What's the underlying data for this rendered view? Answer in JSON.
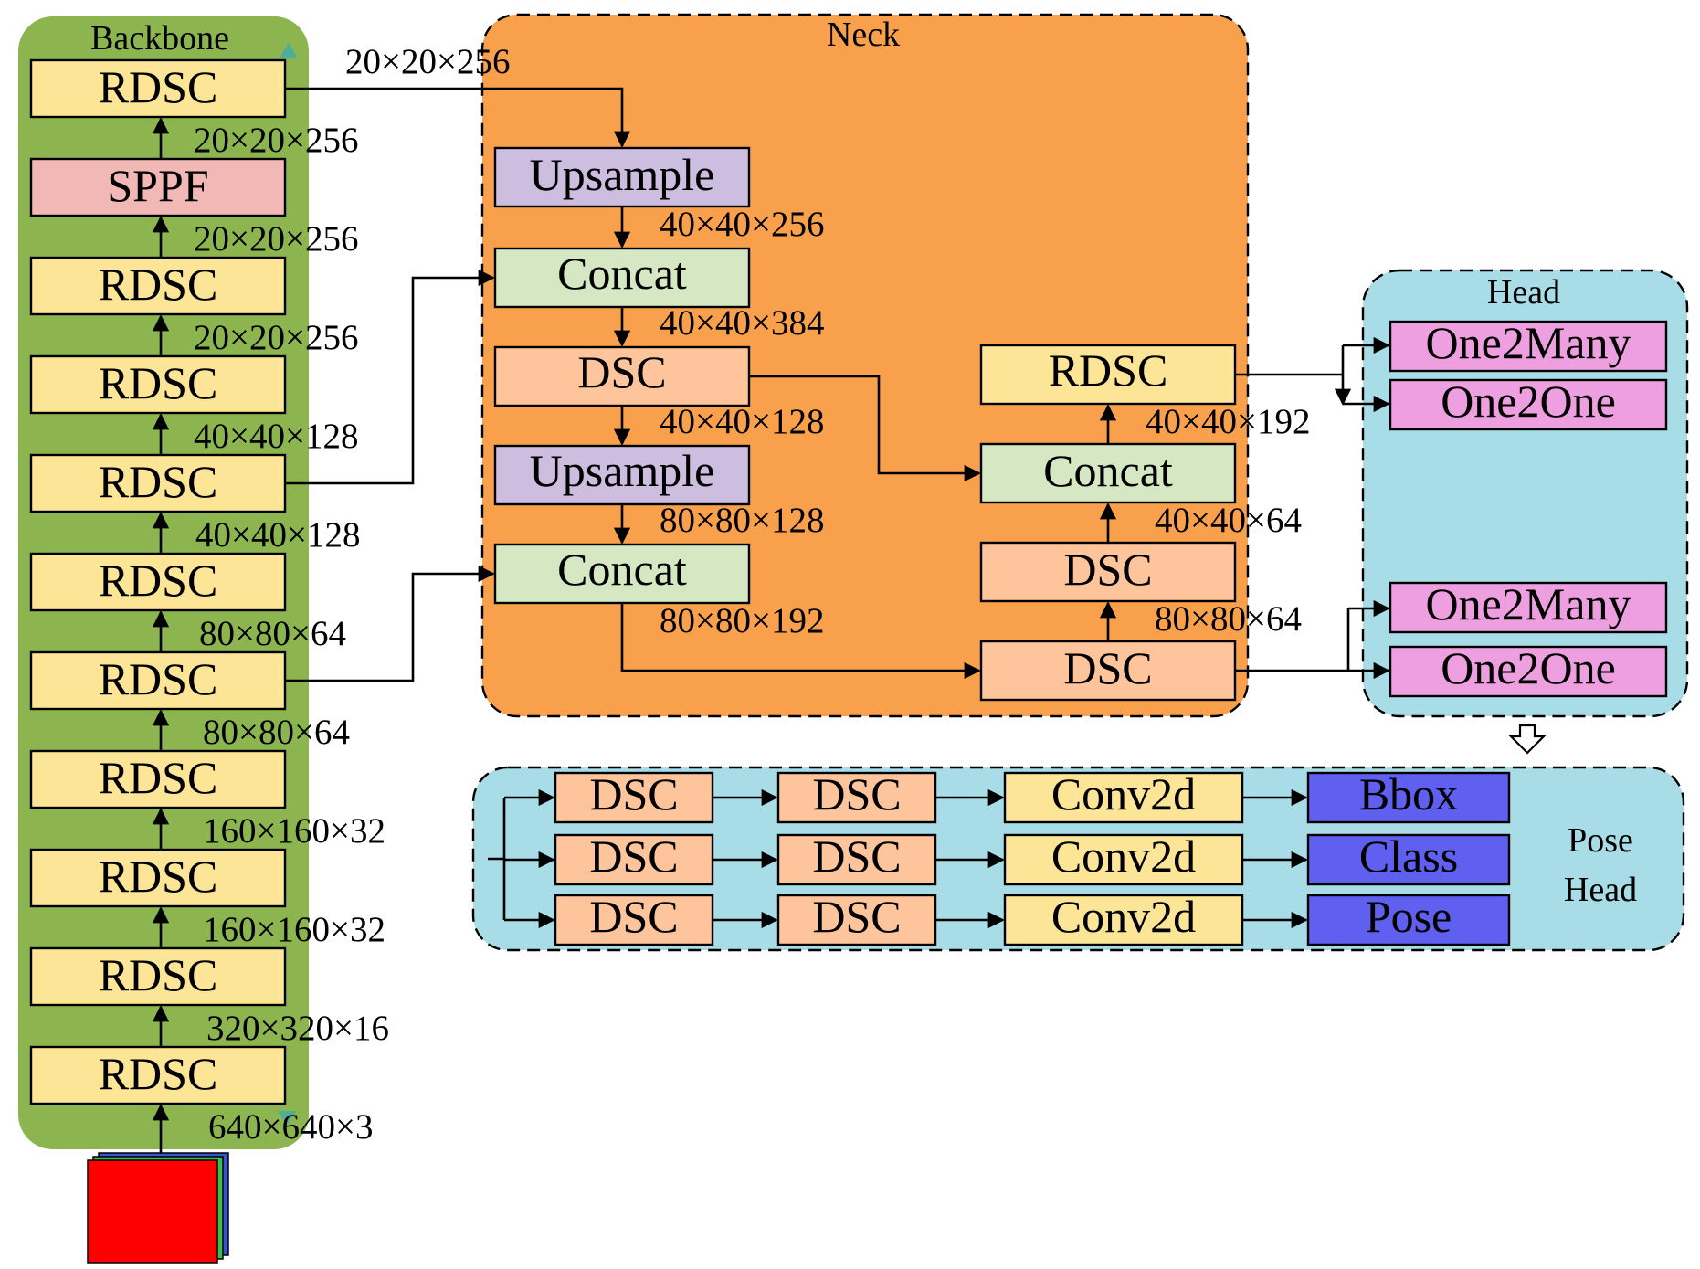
{
  "colors": {
    "backbone_bg": "#8db54f",
    "neck_bg": "#f9a04d",
    "head_bg": "#a8dce6",
    "rdsc": "#fde598",
    "sppf": "#f2b8b6",
    "upsample": "#cdbedf",
    "concat": "#d5e7c3",
    "dsc": "#fec49c",
    "conv2d": "#fde598",
    "one2x": "#ee9fe0",
    "output": "#6060f0",
    "input_front": "#ff0000",
    "input_mid": "#3cbf46",
    "input_back": "#3a55d2"
  },
  "backbone": {
    "title": "Backbone",
    "blocks": [
      "RDSC",
      "SPPF",
      "RDSC",
      "RDSC",
      "RDSC",
      "RDSC",
      "RDSC",
      "RDSC",
      "RDSC",
      "RDSC",
      "RDSC"
    ],
    "dims": [
      "20×20×256",
      "20×20×256",
      "20×20×256",
      "20×20×256",
      "40×40×128",
      "40×40×128",
      "80×80×64",
      "80×80×64",
      "160×160×32",
      "160×160×32",
      "320×320×16",
      "640×640×3"
    ]
  },
  "neck": {
    "title": "Neck",
    "left_column": [
      "Upsample",
      "Concat",
      "DSC",
      "Upsample",
      "Concat"
    ],
    "left_dims": [
      "40×40×256",
      "40×40×384",
      "40×40×128",
      "80×80×128",
      "80×80×192"
    ],
    "right_column": [
      "RDSC",
      "Concat",
      "DSC",
      "DSC"
    ],
    "right_dims": [
      "40×40×192",
      "40×40×64",
      "80×80×64"
    ]
  },
  "head": {
    "title": "Head",
    "branches": [
      "One2Many",
      "One2One",
      "One2Many",
      "One2One"
    ]
  },
  "pose_head": {
    "title_line1": "Pose",
    "title_line2": "Head",
    "rows": [
      {
        "stage1": "DSC",
        "stage2": "DSC",
        "stage3": "Conv2d",
        "output": "Bbox"
      },
      {
        "stage1": "DSC",
        "stage2": "DSC",
        "stage3": "Conv2d",
        "output": "Class"
      },
      {
        "stage1": "DSC",
        "stage2": "DSC",
        "stage3": "Conv2d",
        "output": "Pose"
      }
    ]
  }
}
